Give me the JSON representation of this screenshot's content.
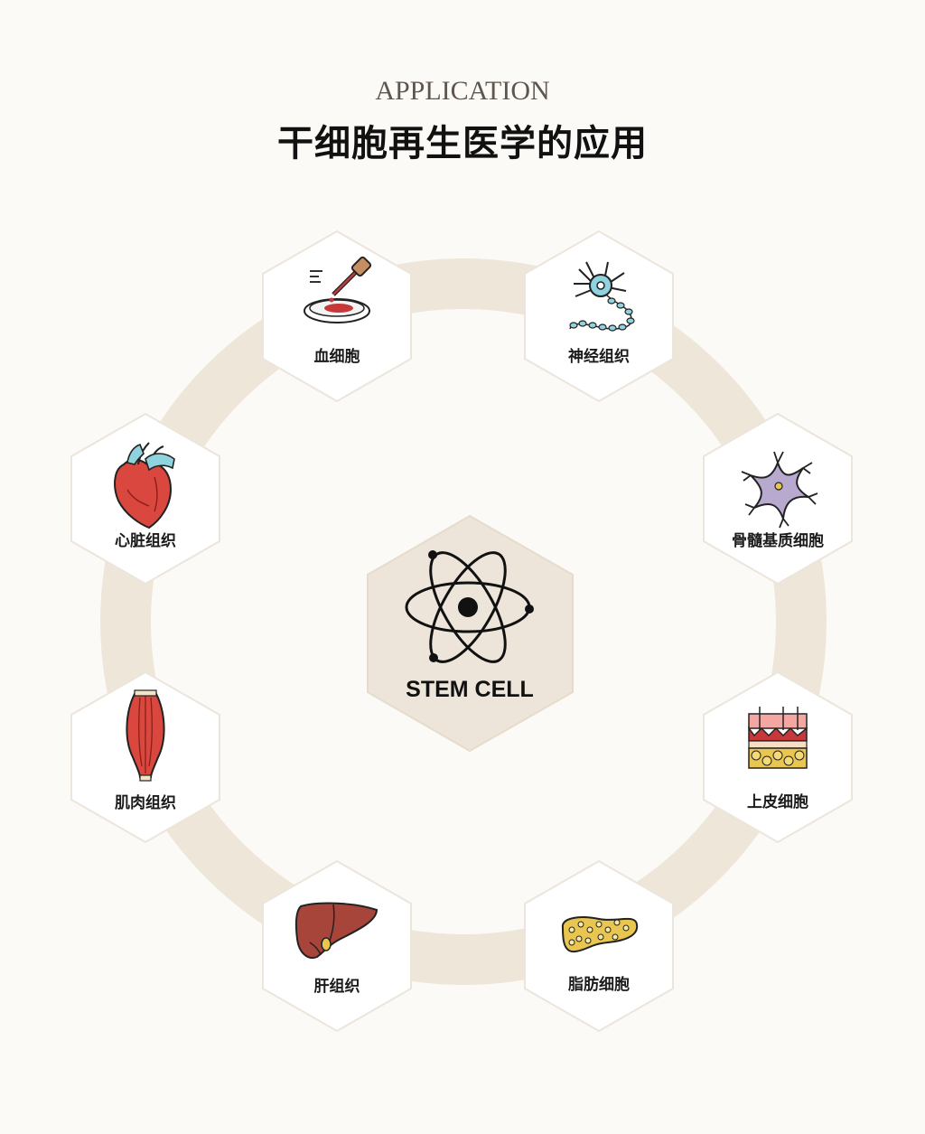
{
  "header": {
    "eyebrow": "APPLICATION",
    "title": "干细胞再生医学的应用"
  },
  "center": {
    "label": "STEM CELL",
    "icon": "atom-icon"
  },
  "nodes": [
    {
      "id": "blood",
      "label": "血细胞",
      "icon": "pipette-petri-dish-icon"
    },
    {
      "id": "nerve",
      "label": "神经组织",
      "icon": "neuron-icon"
    },
    {
      "id": "marrow",
      "label": "骨髓基质细胞",
      "icon": "stromal-cell-icon"
    },
    {
      "id": "epithelium",
      "label": "上皮细胞",
      "icon": "skin-layers-icon"
    },
    {
      "id": "fat",
      "label": "脂肪细胞",
      "icon": "fat-tissue-icon"
    },
    {
      "id": "liver",
      "label": "肝组织",
      "icon": "liver-icon"
    },
    {
      "id": "muscle",
      "label": "肌肉组织",
      "icon": "muscle-icon"
    },
    {
      "id": "heart",
      "label": "心脏组织",
      "icon": "heart-icon"
    }
  ],
  "colors": {
    "ring": "#efe6da",
    "hex_fill": "#ffffff",
    "hex_stroke": "#ece5dc",
    "center_fill": "#ede5d9",
    "blood_red": "#c6383a",
    "muscle_red": "#d9473f",
    "liver_brown": "#a8453a",
    "fat_yellow": "#e9c64f",
    "nerve_blue": "#8fd3de",
    "stromal_purple": "#b8a9cf"
  }
}
